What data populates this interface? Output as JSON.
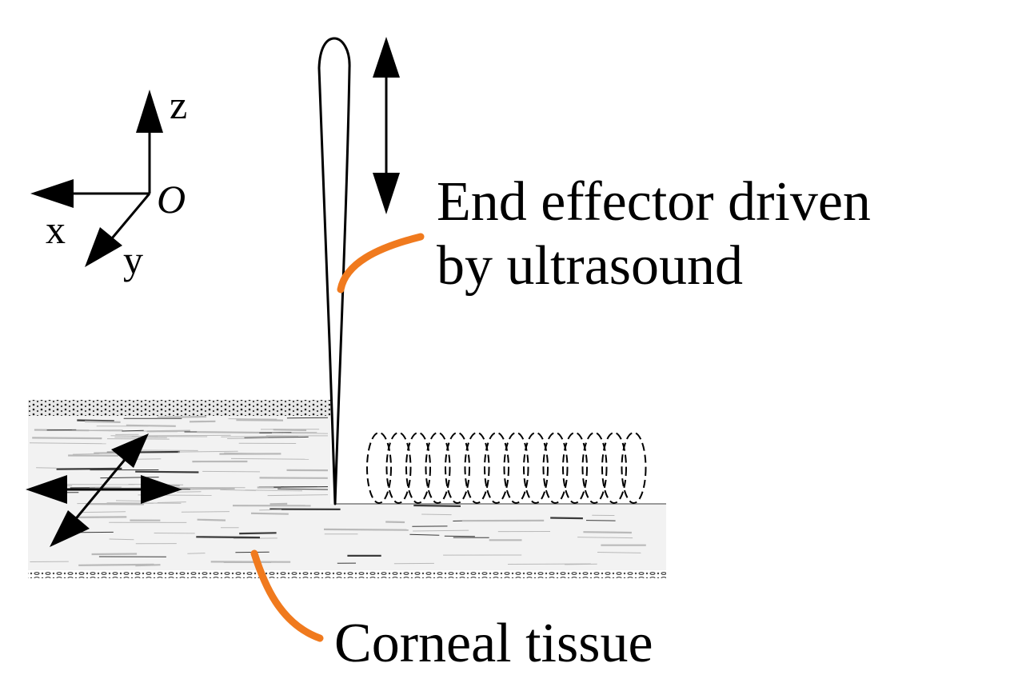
{
  "axes": {
    "z_label": "z",
    "x_label": "x",
    "y_label": "y",
    "origin_label": "O"
  },
  "labels": {
    "end_effector_line1": "End effector driven",
    "end_effector_line2": "by ultrasound",
    "corneal_tissue": "Corneal tissue"
  },
  "colors": {
    "leader_line": "#F07A1E",
    "ink": "#000000",
    "tissue_fill": "#f2f2f2",
    "tissue_streak": "#9a9a9a"
  }
}
